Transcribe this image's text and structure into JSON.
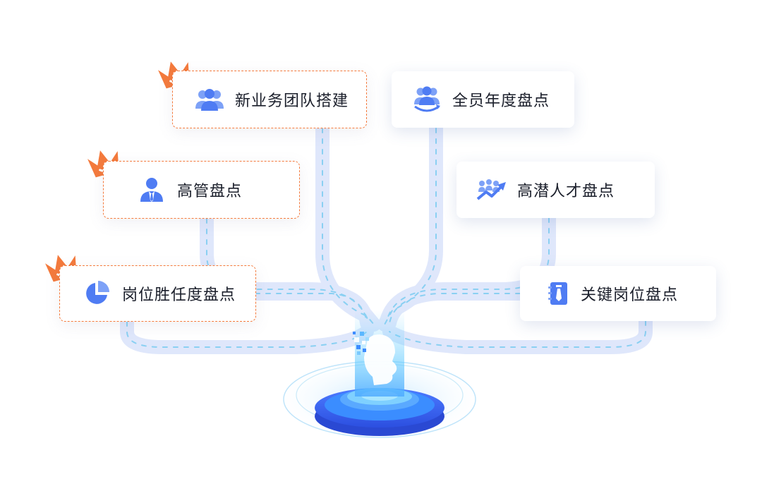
{
  "colors": {
    "accent_orange": "#f47a3c",
    "icon_blue": "#4f7cf3",
    "road_blue": "#dfe7fb",
    "road_dash": "#8ad0f2",
    "platform_blue": "#3a67ef"
  },
  "cards": [
    {
      "label": "新业务团队搭建",
      "icon": "team-icon",
      "featured": true
    },
    {
      "label": "全员年度盘点",
      "icon": "team-cycle-icon",
      "featured": false
    },
    {
      "label": "高管盘点",
      "icon": "executive-icon",
      "featured": true
    },
    {
      "label": "高潜人才盘点",
      "icon": "growth-trend-icon",
      "featured": false
    },
    {
      "label": "岗位胜任度盘点",
      "icon": "pie-chart-icon",
      "featured": true
    },
    {
      "label": "关键岗位盘点",
      "icon": "id-badge-icon",
      "featured": false
    }
  ]
}
